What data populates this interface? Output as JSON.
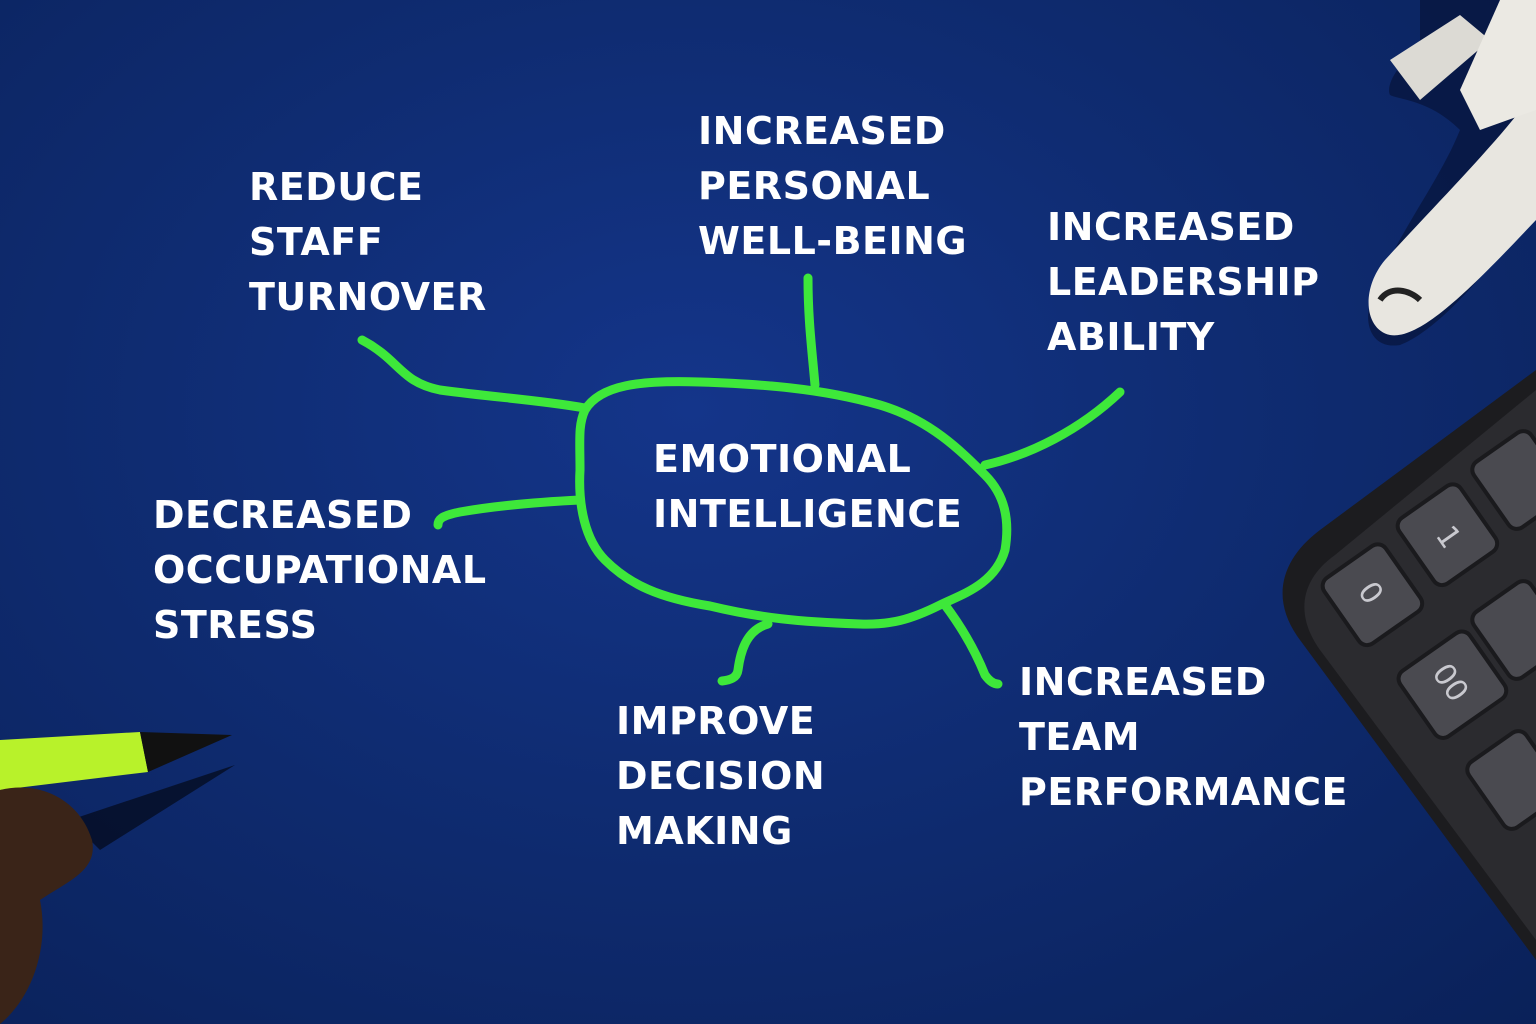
{
  "center": {
    "lines": [
      "EMOTIONAL",
      "INTELLIGENCE"
    ]
  },
  "branches": [
    {
      "id": "reduce-staff-turnover",
      "lines": [
        "REDUCE",
        "STAFF",
        "TURNOVER"
      ]
    },
    {
      "id": "increased-personal-well-being",
      "lines": [
        "INCREASED",
        "PERSONAL",
        "WELL-BEING"
      ]
    },
    {
      "id": "increased-leadership-ability",
      "lines": [
        "INCREASED",
        "LEADERSHIP",
        "ABILITY"
      ]
    },
    {
      "id": "decreased-occupational-stress",
      "lines": [
        "DECREASED",
        "OCCUPATIONAL",
        "STRESS"
      ]
    },
    {
      "id": "improve-decision-making",
      "lines": [
        "IMPROVE",
        "DECISION",
        "MAKING"
      ]
    },
    {
      "id": "increased-team-performance",
      "lines": [
        "INCREASED",
        "TEAM",
        "PERFORMANCE"
      ]
    }
  ],
  "colors": {
    "background": "#0e2a6a",
    "line": "#3ee83a",
    "text": "#ffffff"
  },
  "props": [
    "toy-airplane",
    "calculator",
    "pen",
    "hand"
  ]
}
